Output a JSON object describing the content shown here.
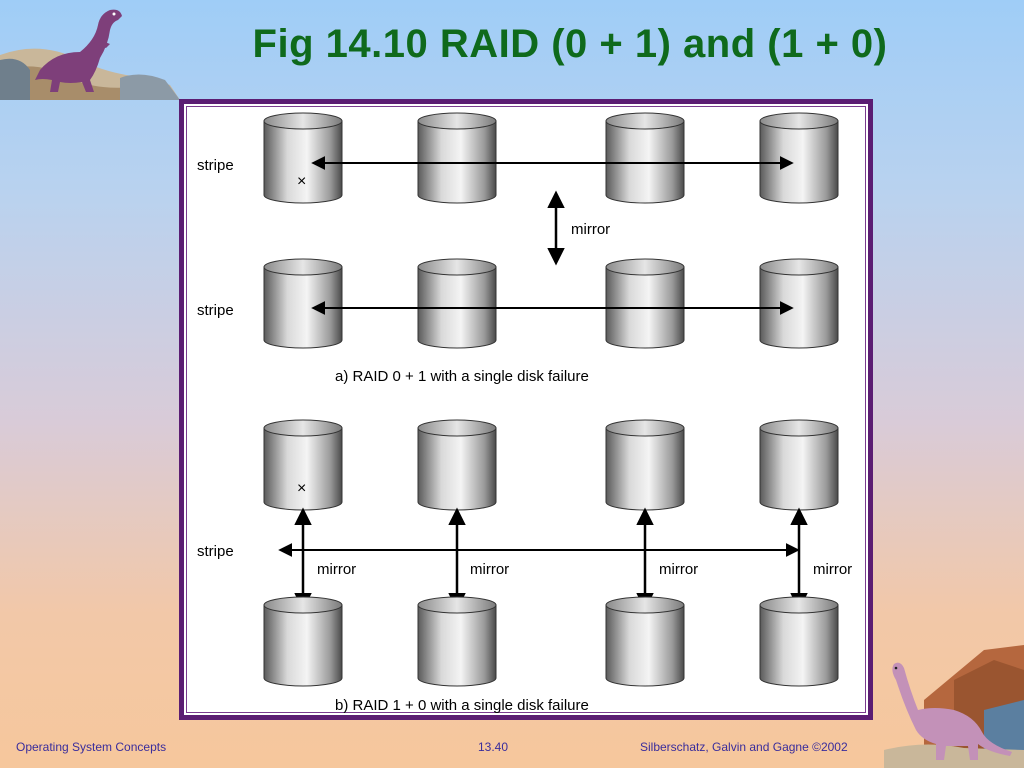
{
  "slide": {
    "title": "Fig 14.10 RAID (0 + 1) and (1 + 0)"
  },
  "diagram_a": {
    "stripe_top_label": "stripe",
    "stripe_bottom_label": "stripe",
    "mirror_label": "mirror",
    "failure_mark": "×",
    "caption": "a) RAID 0 + 1 with a single disk failure"
  },
  "diagram_b": {
    "stripe_label": "stripe",
    "mirror_labels": [
      "mirror",
      "mirror",
      "mirror",
      "mirror"
    ],
    "failure_mark": "×",
    "caption": "b) RAID 1 + 0 with a single disk failure"
  },
  "footer": {
    "left": "Operating System Concepts",
    "center": "13.40",
    "right": "Silberschatz, Galvin and  Gagne ©2002"
  },
  "colors": {
    "title": "#0f6a1c",
    "frame": "#5b1d73",
    "footer_text": "#3a2d9c"
  },
  "icons": {
    "top_left": "t-rex-dinosaur-icon",
    "bottom_right": "brontosaurus-dinosaur-icon"
  }
}
